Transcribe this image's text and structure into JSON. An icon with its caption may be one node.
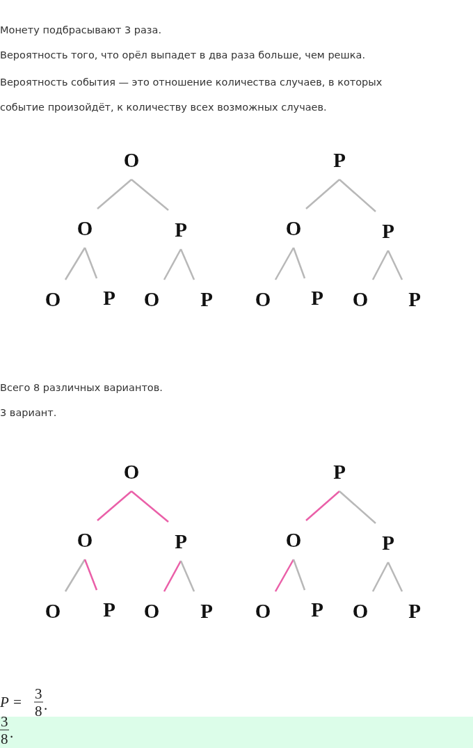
{
  "diagram": {
    "nodes": [
      {
        "text": [
          "О"
        ]
      },
      {
        "text": [
          "Р"
        ]
      },
      {
        "text": [
          "О"
        ]
      },
      {
        "text": [
          "Р"
        ]
      },
      {
        "text": [
          "О"
        ]
      },
      {
        "text": [
          "Р"
        ]
      },
      {
        "text": [
          "О"
        ]
      },
      {
        "text": [
          "Р"
        ]
      },
      {
        "text": [
          "О"
        ]
      },
      {
        "text": [
          "Р"
        ]
      },
      {
        "text": [
          "О"
        ]
      },
      {
        "text": [
          "Р"
        ]
      },
      {
        "text": [
          "О"
        ]
      },
      {
        "text": [
          "Р"
        ]
      },
      {
        "text": [
          "О"
        ]
      },
      {
        "text": [
          "Р"
        ]
      },
      {
        "text": [
          "О"
        ]
      },
      {
        "text": [
          "Р"
        ]
      },
      {
        "text": [
          "О"
        ]
      },
      {
        "text": [
          "Р"
        ]
      },
      {
        "text": [
          "О"
        ]
      },
      {
        "text": [
          "Р"
        ]
      },
      {
        "text": [
          "О"
        ]
      },
      {
        "text": [
          "Р"
        ]
      },
      {
        "text": [
          "О"
        ]
      },
      {
        "text": [
          "Р"
        ]
      },
      {
        "text": [
          "О"
        ]
      },
      {
        "text": [
          "Р"
        ]
      }
    ],
    "edges": [
      {
        "from": 0,
        "to": 2,
        "arrow": "none"
      },
      {
        "from": 0,
        "to": 3,
        "arrow": "none"
      },
      {
        "from": 1,
        "to": 4,
        "arrow": "none"
      },
      {
        "from": 1,
        "to": 5,
        "arrow": "none"
      },
      {
        "from": 2,
        "to": 6,
        "arrow": "none"
      },
      {
        "from": 2,
        "to": 7,
        "arrow": "none"
      },
      {
        "from": 3,
        "to": 8,
        "arrow": "none"
      },
      {
        "from": 3,
        "to": 9,
        "arrow": "none"
      },
      {
        "from": 4,
        "to": 10,
        "arrow": "none"
      },
      {
        "from": 4,
        "to": 11,
        "arrow": "none"
      },
      {
        "from": 5,
        "to": 12,
        "arrow": "none"
      },
      {
        "from": 5,
        "to": 13,
        "arrow": "none"
      },
      {
        "from": 14,
        "to": 16,
        "arrow": "none",
        "color": "#ea5fa8"
      },
      {
        "from": 14,
        "to": 17,
        "arrow": "none",
        "color": "#ea5fa8"
      },
      {
        "from": 15,
        "to": 18,
        "arrow": "none",
        "color": "#ea5fa8"
      },
      {
        "from": 15,
        "to": 19,
        "arrow": "none"
      },
      {
        "from": 16,
        "to": 20,
        "arrow": "none"
      },
      {
        "from": 16,
        "to": 21,
        "arrow": "none",
        "color": "#ea5fa8"
      },
      {
        "from": 17,
        "to": 22,
        "arrow": "none",
        "color": "#ea5fa8"
      },
      {
        "from": 17,
        "to": 23,
        "arrow": "none"
      },
      {
        "from": 18,
        "to": 24,
        "arrow": "none",
        "color": "#ea5fa8"
      },
      {
        "from": 18,
        "to": 25,
        "arrow": "none"
      },
      {
        "from": 19,
        "to": 26,
        "arrow": "none"
      },
      {
        "from": 19,
        "to": 27,
        "arrow": "none"
      }
    ],
    "labels": [
      "Монету подбрасывают 3 раза.",
      "Вероятность того, что орёл выпадет в два раза больше, чем решка.",
      "Вероятность события — это отношение количества случаев, в которых событие произойдёт, к количеству всех возможных случаев.",
      "Всего 8 различных вариантов.",
      "3 вариант.",
      "P =",
      "3",
      "8",
      ".",
      "3",
      "8",
      "."
    ]
  }
}
